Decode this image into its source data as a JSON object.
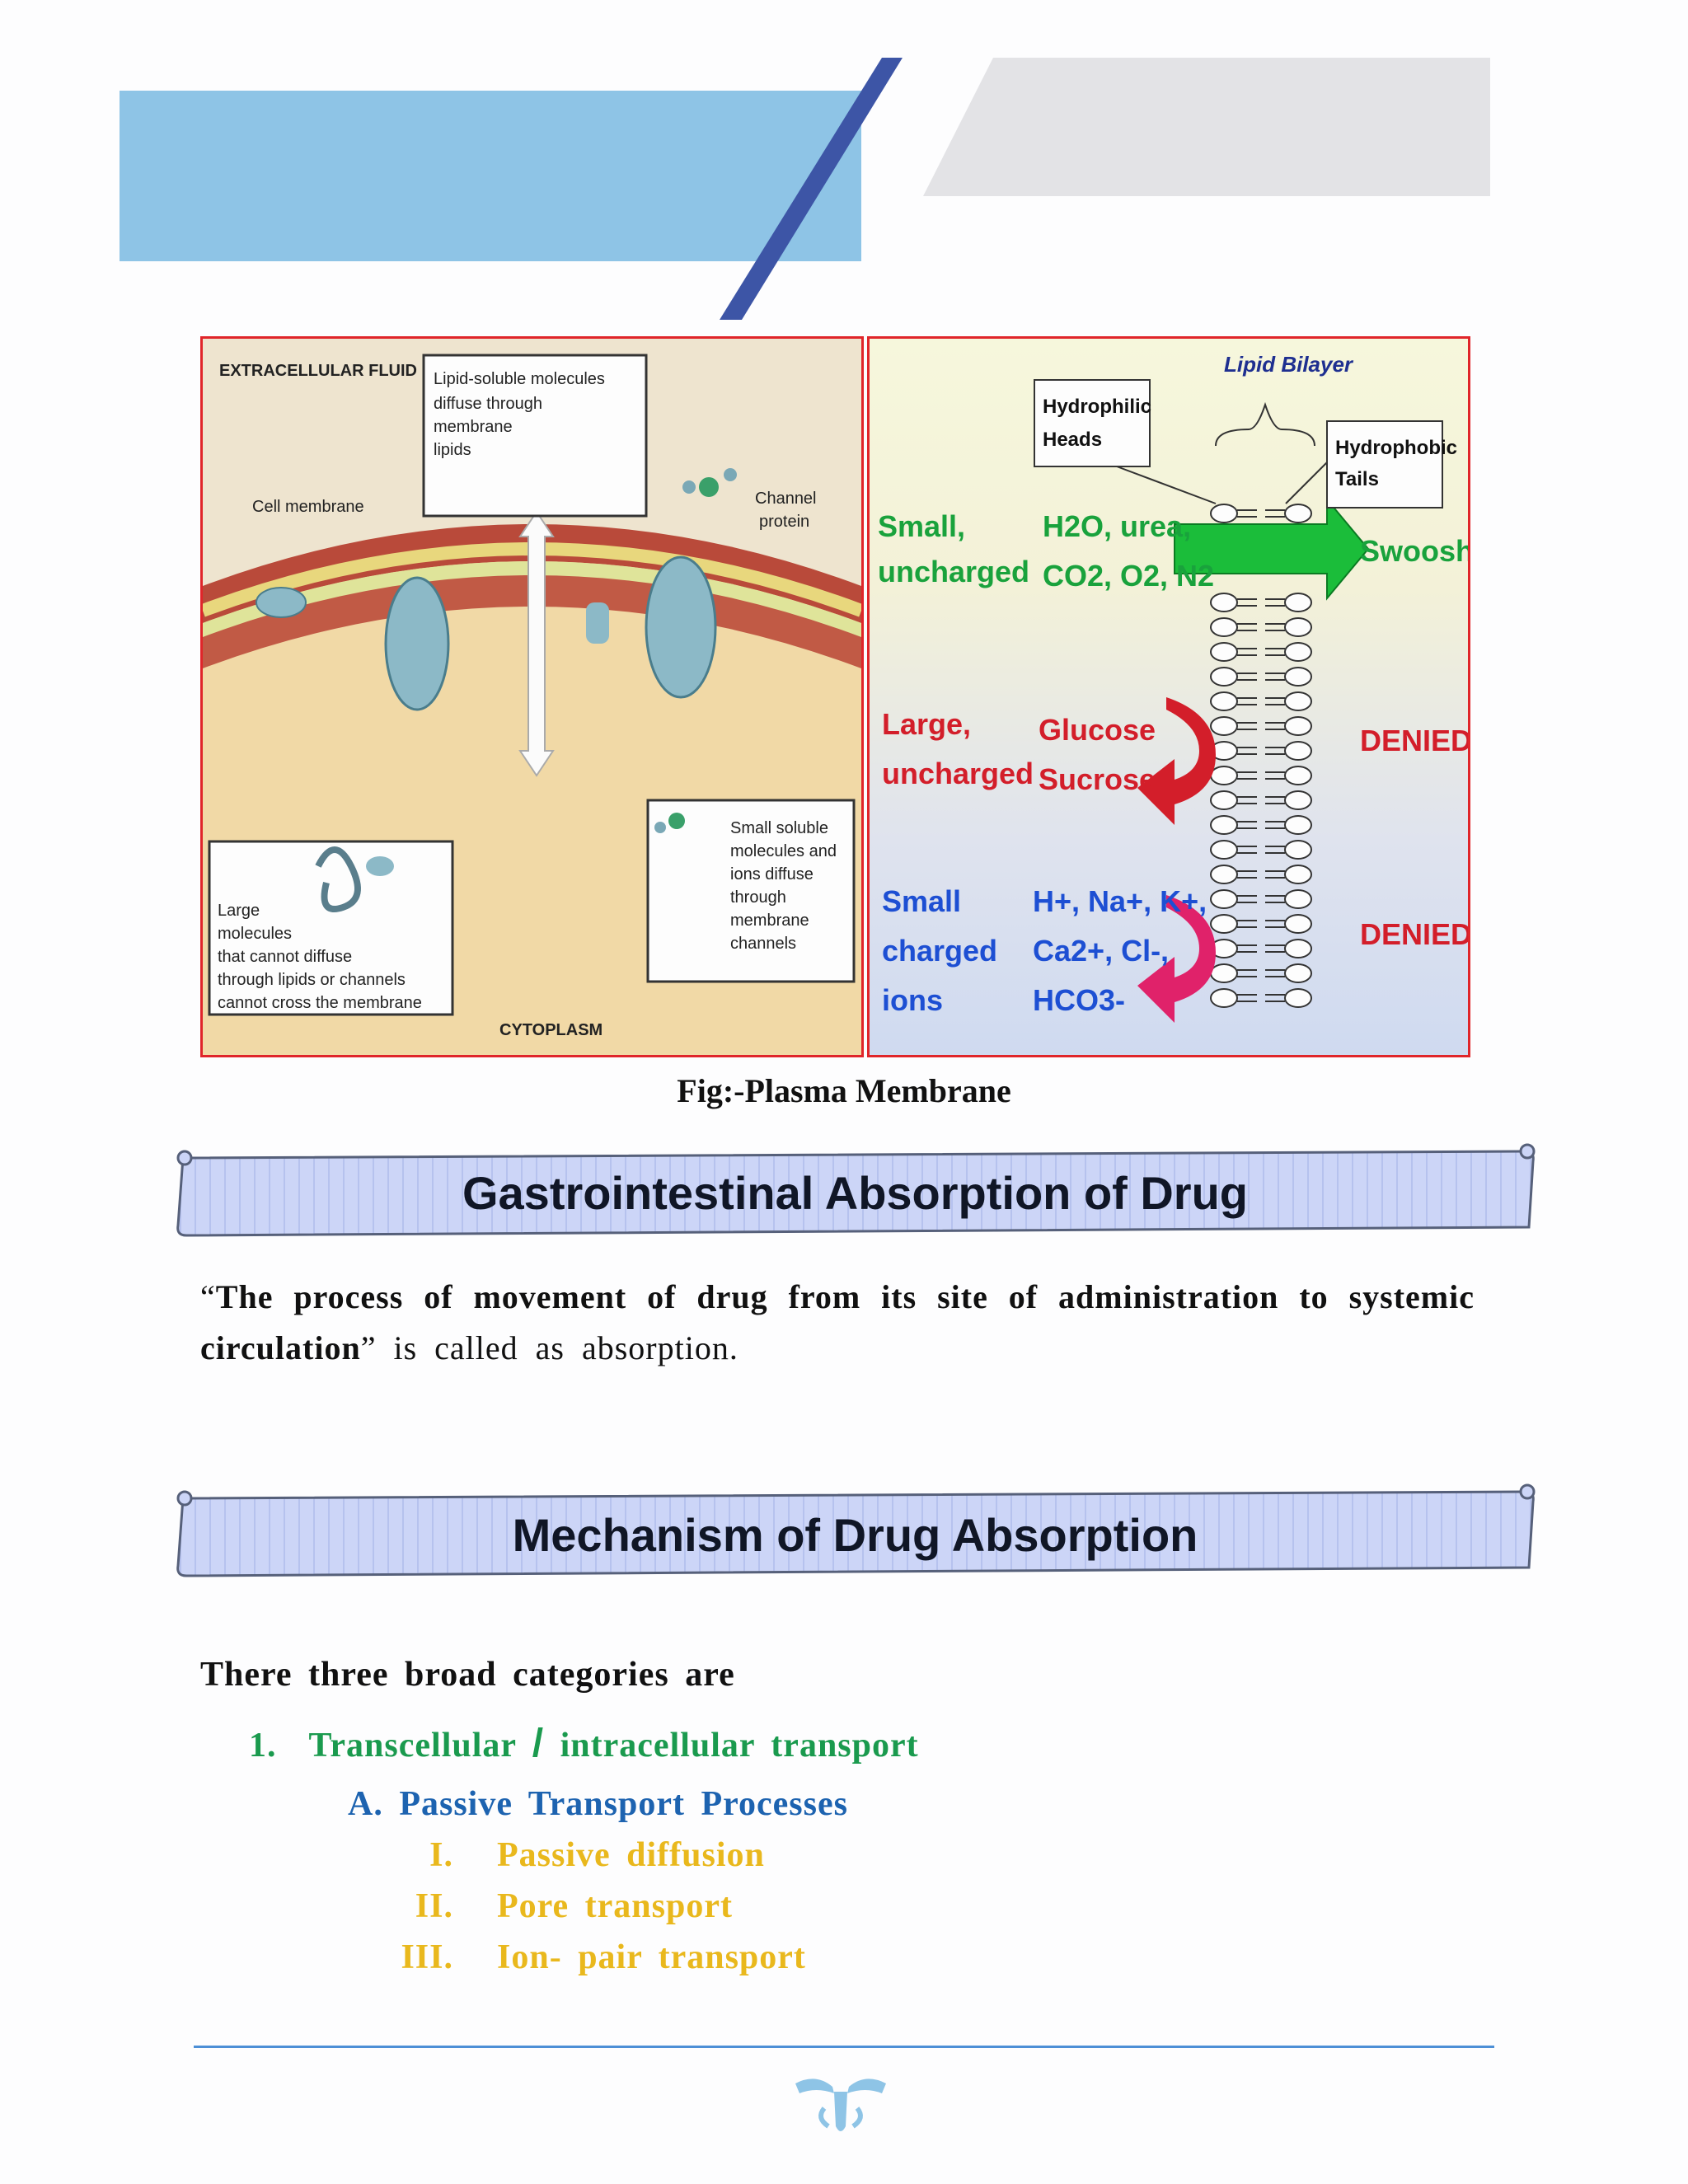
{
  "figure": {
    "caption": "Fig:-Plasma Membrane",
    "left_panel": {
      "extracellular_label": "EXTRACELLULAR FLUID",
      "lipid_box_text": [
        "Lipid-soluble molecules",
        "diffuse through",
        "membrane",
        "lipids"
      ],
      "channel_protein_label": [
        "Channel",
        "protein"
      ],
      "cell_membrane_label": "Cell membrane",
      "large_molecules_box_text": [
        "Large",
        "molecules",
        "that cannot diffuse",
        "through lipids or channels",
        "cannot cross the membrane"
      ],
      "small_soluble_box_text": [
        "Small soluble",
        "molecules and",
        "ions diffuse",
        "through",
        "membrane",
        "channels"
      ],
      "cytoplasm_label": "CYTOPLASM"
    },
    "right_panel": {
      "lipid_bilayer_label": "Lipid Bilayer",
      "hydrophilic_label": [
        "Hydrophilic",
        "Heads"
      ],
      "hydrophobic_label": [
        "Hydrophobic",
        "Tails"
      ],
      "rows": [
        {
          "category": [
            "Small,",
            "uncharged"
          ],
          "examples": [
            "H2O, urea,",
            "CO2, O2, N2"
          ],
          "result": "Swoosh!"
        },
        {
          "category": [
            "Large,",
            "uncharged"
          ],
          "examples": [
            "Glucose",
            "Sucrose"
          ],
          "result": "DENIED!"
        },
        {
          "category": [
            "Small",
            "charged",
            "ions"
          ],
          "examples": [
            "H+, Na+, K+,",
            "Ca2+, Cl-,",
            "HCO3-"
          ],
          "result": "DENIED!"
        }
      ]
    }
  },
  "section1": {
    "title": "Gastrointestinal Absorption of Drug",
    "quote_open": "“",
    "bold_part": "The process of  movement of drug from its site of administration to systemic circulation",
    "quote_close": "”",
    "rest": " is called as absorption."
  },
  "section2": {
    "title": "Mechanism of Drug Absorption",
    "intro": "There three broad categories are",
    "item1": {
      "number": "1.",
      "text_a": "Transcellular",
      "slash": "/",
      "text_b": "intracellular transport"
    },
    "sub_a": "A. Passive Transport Processes",
    "sub_items": [
      {
        "numeral": "I.",
        "text": "Passive diffusion"
      },
      {
        "numeral": "II.",
        "text": "Pore transport"
      },
      {
        "numeral": "III.",
        "text": "Ion- pair transport"
      }
    ]
  },
  "colors": {
    "green": "#1a9a4e",
    "blue": "#1d63b0",
    "gold": "#e9b81d",
    "banner": "#ccd5f7",
    "accent_blue": "#8ec4e6",
    "stripe": "#3d55a6"
  }
}
